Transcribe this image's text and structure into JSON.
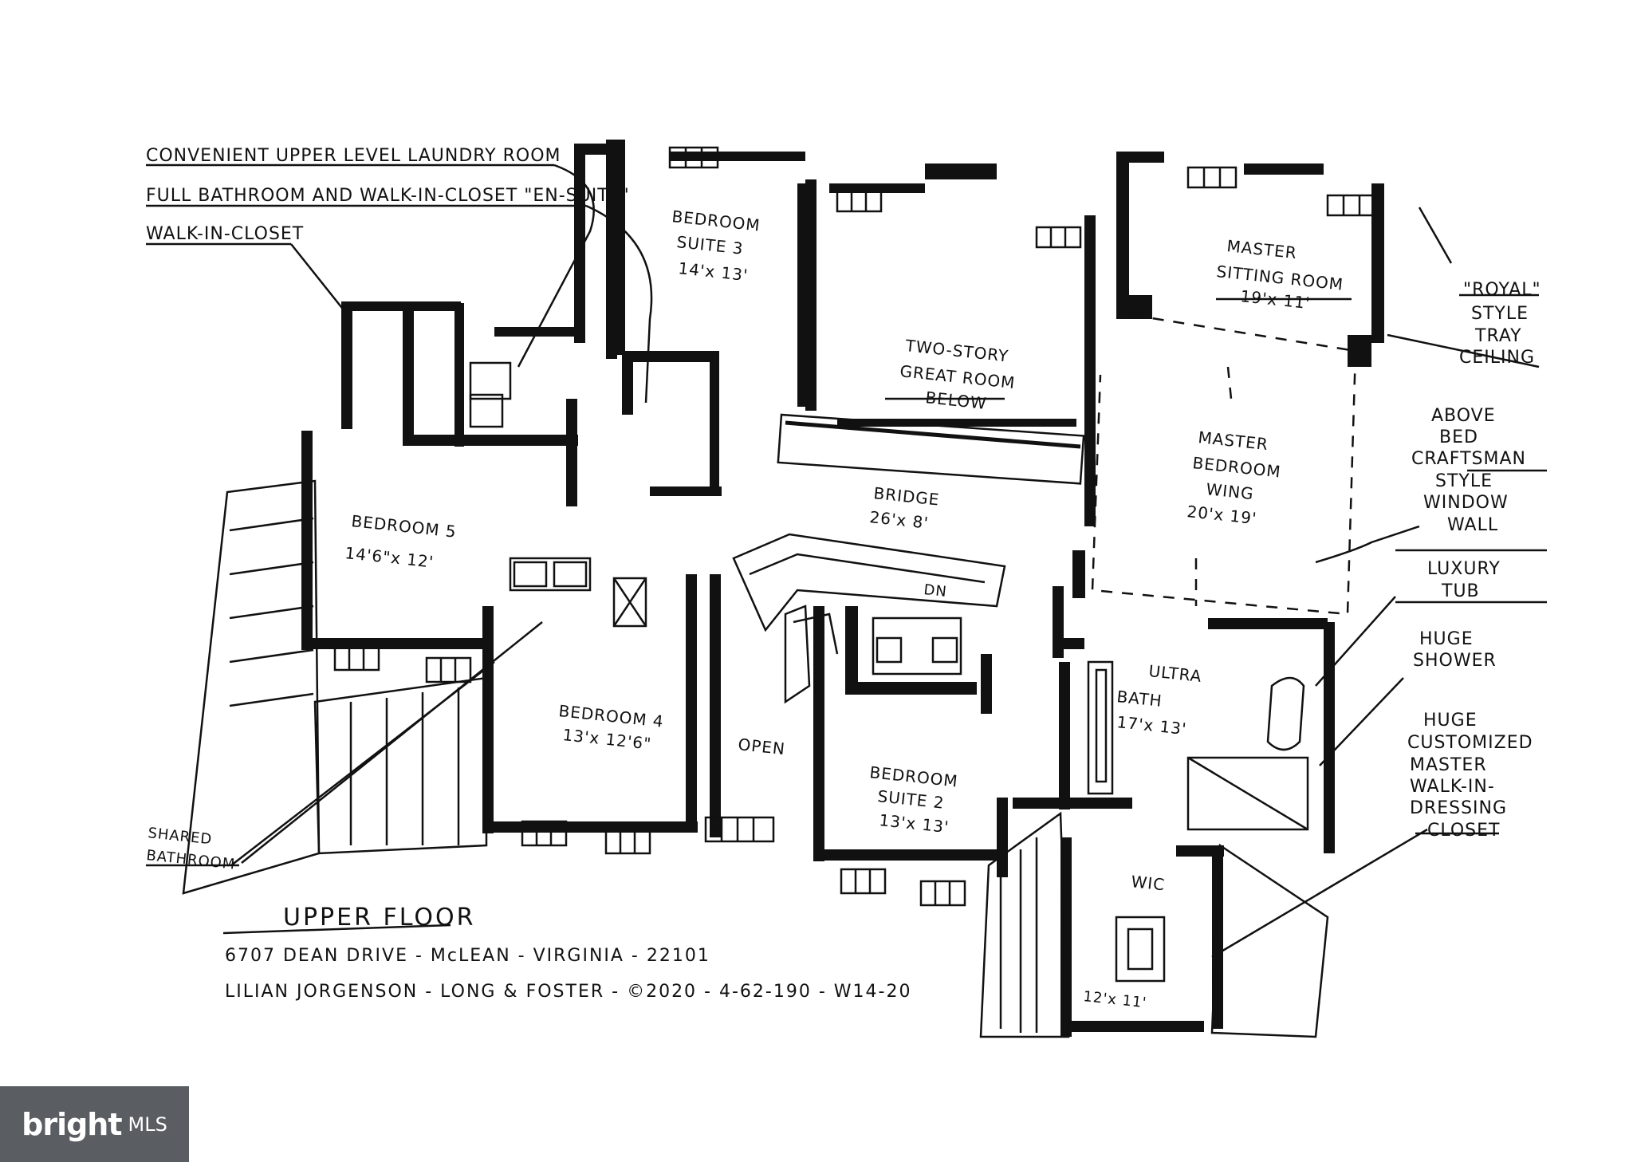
{
  "rooms": {
    "bedroom_suite_3": {
      "name_1": "BEDROOM",
      "name_2": "SUITE 3",
      "dim": "14'x 13'"
    },
    "great_room": {
      "name_1": "TWO-STORY",
      "name_2": "GREAT ROOM",
      "name_3": "BELOW"
    },
    "master_sitting": {
      "name_1": "MASTER",
      "name_2": "SITTING ROOM",
      "dim": "19'x 11'"
    },
    "master_bedroom": {
      "name_1": "MASTER",
      "name_2": "BEDROOM",
      "name_3": "WING",
      "dim": "20'x 19'"
    },
    "bridge": {
      "name": "BRIDGE",
      "dim": "26'x 8'"
    },
    "bedroom_5": {
      "name": "BEDROOM 5",
      "dim": "14'6\"x 12'"
    },
    "bedroom_4": {
      "name": "BEDROOM 4",
      "dim": "13'x 12'6\""
    },
    "open": {
      "name": "OPEN"
    },
    "dn": {
      "name": "DN"
    },
    "bedroom_suite_2": {
      "name_1": "BEDROOM",
      "name_2": "SUITE 2",
      "dim": "13'x 13'"
    },
    "ultra_bath": {
      "name_1": "ULTRA",
      "name_2": "BATH",
      "dim": "17'x 13'"
    },
    "wic": {
      "name": "WIC",
      "dim": "12'x 11'"
    }
  },
  "callouts": {
    "laundry": "CONVENIENT UPPER LEVEL LAUNDRY ROOM",
    "en_suite": "FULL BATHROOM AND WALK-IN-CLOSET \"EN-SUITE\"",
    "walk_in_closet": "WALK-IN-CLOSET",
    "tray_1": "\"ROYAL\"",
    "tray_2": "STYLE",
    "tray_3": "TRAY",
    "tray_4": "CEILING",
    "window_1": "ABOVE",
    "window_2": "BED",
    "window_3": "CRAFTSMAN",
    "window_4": "STYLE",
    "window_5": "WINDOW",
    "window_6": "WALL",
    "tub_1": "LUXURY",
    "tub_2": "TUB",
    "shower_1": "HUGE",
    "shower_2": "SHOWER",
    "closet_1": "HUGE",
    "closet_2": "CUSTOMIZED",
    "closet_3": "MASTER",
    "closet_4": "WALK-IN-",
    "closet_5": "DRESSING",
    "closet_6": "CLOSET",
    "shared_1": "SHARED",
    "shared_2": "BATHROOM"
  },
  "footer": {
    "title": "UPPER FLOOR",
    "address": "6707 DEAN DRIVE - McLEAN - VIRGINIA - 22101",
    "credit": "LILIAN JORGENSON - LONG & FOSTER - ©2020 - 4-62-190 - W14-20"
  },
  "logo": {
    "brand": "bright",
    "suffix": "MLS",
    "bg_color": "#5a5e62"
  },
  "colors": {
    "ink": "#111111",
    "paper": "#ffffff"
  }
}
